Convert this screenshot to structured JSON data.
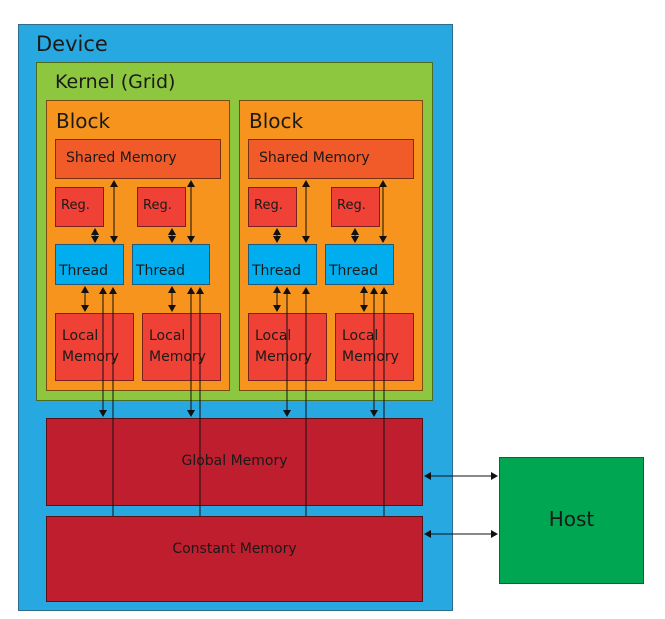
{
  "diagram": {
    "device_label": "Device",
    "kernel_label": "Kernel (Grid)",
    "blocks": [
      {
        "label": "Block",
        "shared_memory": "Shared Memory",
        "threads": [
          {
            "reg": "Reg.",
            "thread": "Thread",
            "local": [
              "Local",
              "Memory"
            ]
          },
          {
            "reg": "Reg.",
            "thread": "Thread",
            "local": [
              "Local",
              "Memory"
            ]
          }
        ]
      },
      {
        "label": "Block",
        "shared_memory": "Shared Memory",
        "threads": [
          {
            "reg": "Reg.",
            "thread": "Thread",
            "local": [
              "Local",
              "Memory"
            ]
          },
          {
            "reg": "Reg.",
            "thread": "Thread",
            "local": [
              "Local",
              "Memory"
            ]
          }
        ]
      }
    ],
    "global_memory": "Global Memory",
    "constant_memory": "Constant Memory",
    "host_label": "Host",
    "colors": {
      "device": "#27a8e0",
      "kernel": "#8dc63f",
      "block": "#f7941d",
      "shared_memory": "#f15a29",
      "register": "#ef4136",
      "thread": "#00aeef",
      "local_memory": "#ef4136",
      "global_memory": "#be1e2d",
      "constant_memory": "#be1e2d",
      "host": "#00a651"
    }
  }
}
